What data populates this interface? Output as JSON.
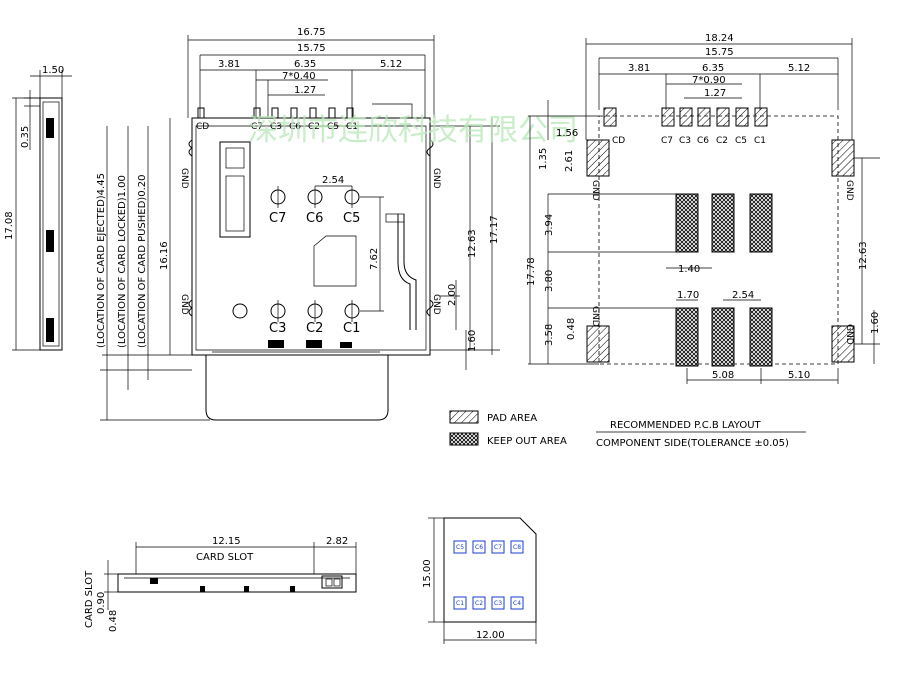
{
  "watermark": "深圳市连欣科技有限公司",
  "side_view": {
    "width": "1.50",
    "height": "17.08",
    "offset": "0.35"
  },
  "top_view": {
    "overall_width": "16.75",
    "pad_span": "15.75",
    "left_pitch": "3.81",
    "mid_pitch": "6.35",
    "pitch_pattern": "7*0.40",
    "pitch": "1.27",
    "right_pitch": "5.12",
    "pin_labels": [
      "CD",
      "C7",
      "C3",
      "C6",
      "C2",
      "C5",
      "C1"
    ],
    "contacts_top": [
      "C7",
      "C6",
      "C5"
    ],
    "contacts_bottom": [
      "C3",
      "C2",
      "C1"
    ],
    "contact_pitch": "2.54",
    "gnd": "GND",
    "dim_7_62": "7.62",
    "dim_2_00": "2.00",
    "dim_12_63": "12.63",
    "dim_17_17": "17.17",
    "dim_1_60": "1.60",
    "dim_16_16": "16.16",
    "loc_ejected": "(LOCATION OF CARD EJECTED)4.45",
    "loc_locked": "(LOCATION OF CARD LOCKED)1.00",
    "loc_pushed": "(LOCATION OF CARD PUSHED)0.20"
  },
  "pcb_layout": {
    "overall_width": "18.24",
    "pad_span": "15.75",
    "left_pitch": "3.81",
    "mid_pitch": "6.35",
    "pitch_pattern": "7*0.90",
    "pitch": "1.27",
    "right_pitch": "5.12",
    "pin_labels": [
      "CD",
      "C7",
      "C3",
      "C6",
      "C2",
      "C5",
      "C1"
    ],
    "dim_1_35": "1.35",
    "dim_1_56": "1.56",
    "dim_2_61": "2.61",
    "dim_17_78": "17.78",
    "dim_3_94": "3.94",
    "dim_1_40": "1.40",
    "dim_3_80": "3.80",
    "dim_1_70": "1.70",
    "dim_2_54": "2.54",
    "dim_3_58": "3.58",
    "dim_0_48": "0.48",
    "dim_5_08": "5.08",
    "dim_5_10": "5.10",
    "dim_12_63": "12.63",
    "dim_1_60": "1.60",
    "gnd": "GND"
  },
  "legend": {
    "pad_area": "PAD AREA",
    "keep_out_area": "KEEP OUT AREA",
    "title_top": "RECOMMENDED P.C.B LAYOUT",
    "title_bottom": "COMPONENT SIDE(TOLERANCE ±0.05)"
  },
  "bottom_side": {
    "card_slot_width": "12.15",
    "end_width": "2.82",
    "card_slot": "CARD SLOT",
    "card_slot_vertical": "CARD SLOT",
    "dim_0_90": "0.90",
    "dim_0_48": "0.48"
  },
  "sim_card": {
    "height": "15.00",
    "width": "12.00",
    "top_pins": [
      "C5",
      "C6",
      "C7",
      "C8"
    ],
    "bottom_pins": [
      "C1",
      "C2",
      "C3",
      "C4"
    ]
  }
}
